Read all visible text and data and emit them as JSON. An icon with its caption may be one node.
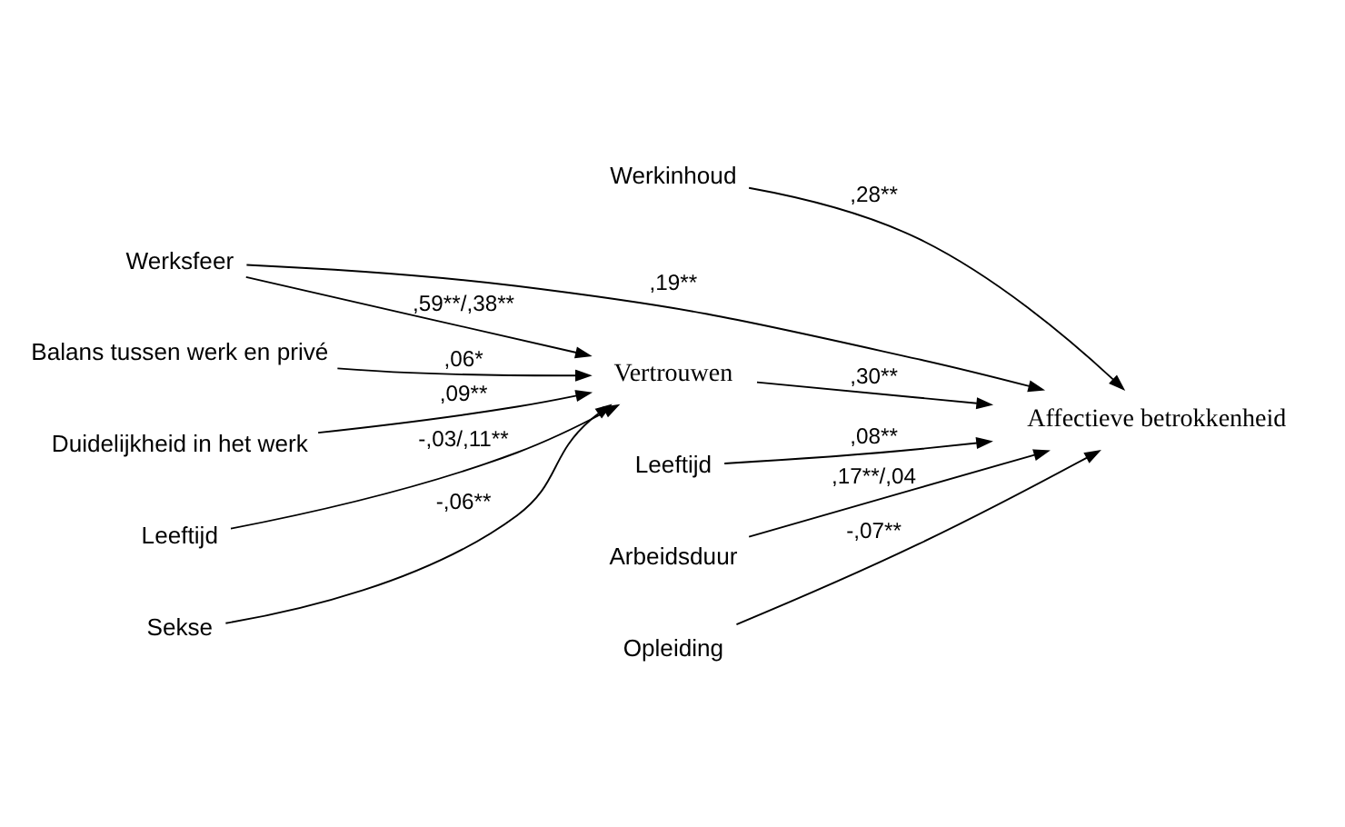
{
  "diagram": {
    "nodes": [
      {
        "text": [
          "Werkinhoud"
        ]
      },
      {
        "text": [
          "Werksfeer"
        ]
      },
      {
        "text": [
          "Balans tussen werk en privé"
        ]
      },
      {
        "text": [
          "Duidelijkheid in het werk"
        ]
      },
      {
        "text": [
          "Leeftijd"
        ]
      },
      {
        "text": [
          "Arbeidsduur"
        ]
      },
      {
        "text": [
          "Opleiding"
        ]
      },
      {
        "text": [
          "Affectieve betrokkenheid"
        ]
      },
      {
        "text": [
          "Vertrouwen"
        ]
      },
      {
        "text": [
          "Leeftijd"
        ]
      },
      {
        "text": [
          "Sekse"
        ]
      }
    ],
    "edges": [
      {
        "from": 0,
        "to": 7,
        "arrow": "to",
        "label": ",28**"
      },
      {
        "from": 1,
        "to": 7,
        "arrow": "to",
        "label": ",19**"
      },
      {
        "from": 1,
        "to": 8,
        "arrow": "to",
        "label": ",59**/,38**"
      },
      {
        "from": 2,
        "to": 8,
        "arrow": "to",
        "label": ",06*"
      },
      {
        "from": 3,
        "to": 8,
        "arrow": "to",
        "label": ",09**"
      },
      {
        "from": 4,
        "to": 7,
        "arrow": "to",
        "label": ",08**"
      },
      {
        "from": 5,
        "to": 7,
        "arrow": "to",
        "label": ",17**/,04"
      },
      {
        "from": 6,
        "to": 7,
        "arrow": "to",
        "label": "-,07**"
      },
      {
        "from": 8,
        "to": 7,
        "arrow": "to",
        "label": ",30**"
      },
      {
        "from": 9,
        "to": 8,
        "arrow": "to",
        "label": "-,03/,11**"
      },
      {
        "from": 10,
        "to": 8,
        "arrow": "to",
        "label": "-,06**"
      }
    ]
  }
}
